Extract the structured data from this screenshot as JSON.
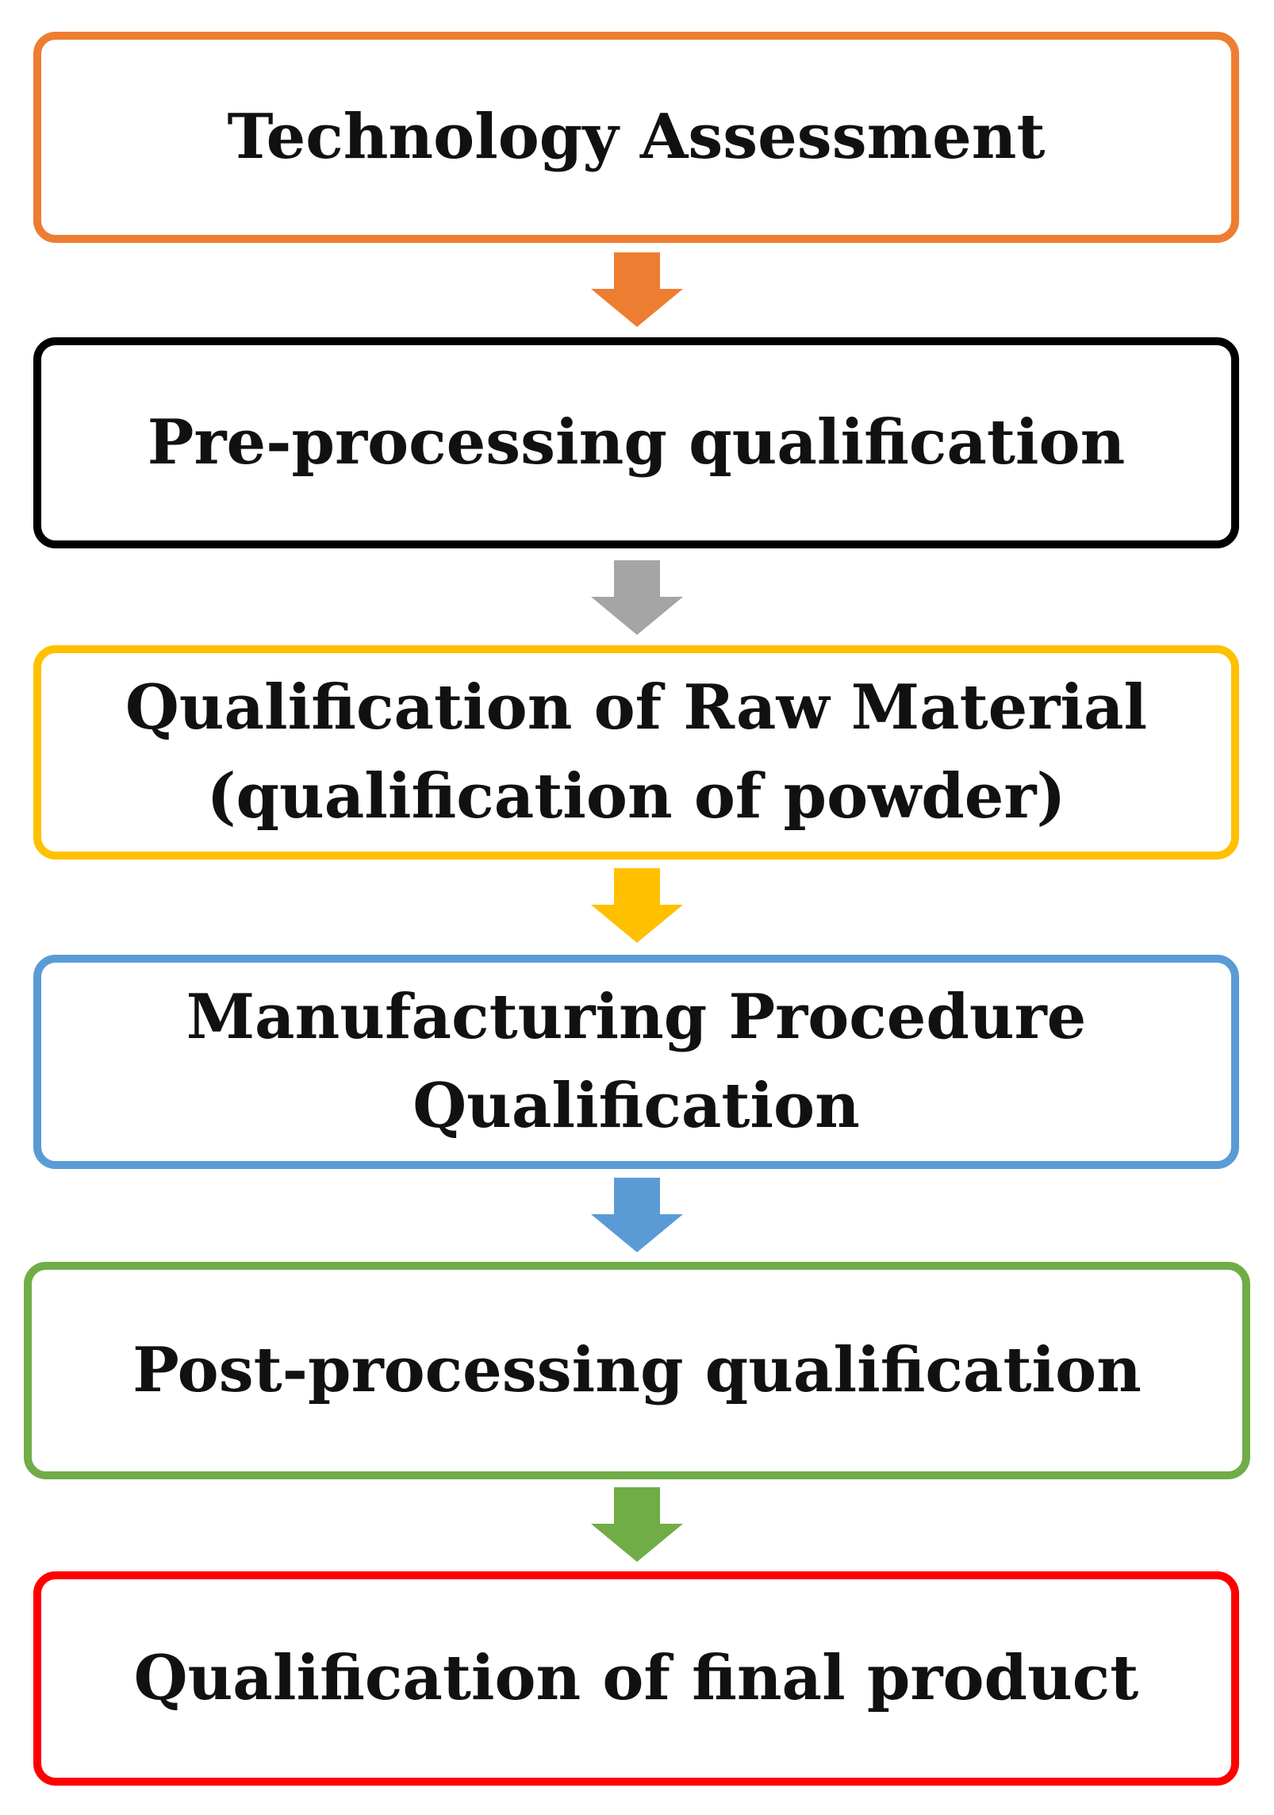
{
  "steps": [
    {
      "label": "Technology Assessment",
      "color": "#ED7D31"
    },
    {
      "label": "Pre-processing qualification",
      "color": "#000000"
    },
    {
      "label": "Qualification of Raw Material\n(qualification of powder)",
      "color": "#FFC000"
    },
    {
      "label": "Manufacturing Procedure\nQualification",
      "color": "#5B9BD5"
    },
    {
      "label": "Post-processing qualification",
      "color": "#70AD47"
    },
    {
      "label": "Qualification of final product",
      "color": "#FF0000"
    }
  ],
  "arrows": [
    {
      "color": "#ED7D31"
    },
    {
      "color": "#A5A5A5"
    },
    {
      "color": "#FFC000"
    },
    {
      "color": "#5B9BD5"
    },
    {
      "color": "#70AD47"
    }
  ]
}
